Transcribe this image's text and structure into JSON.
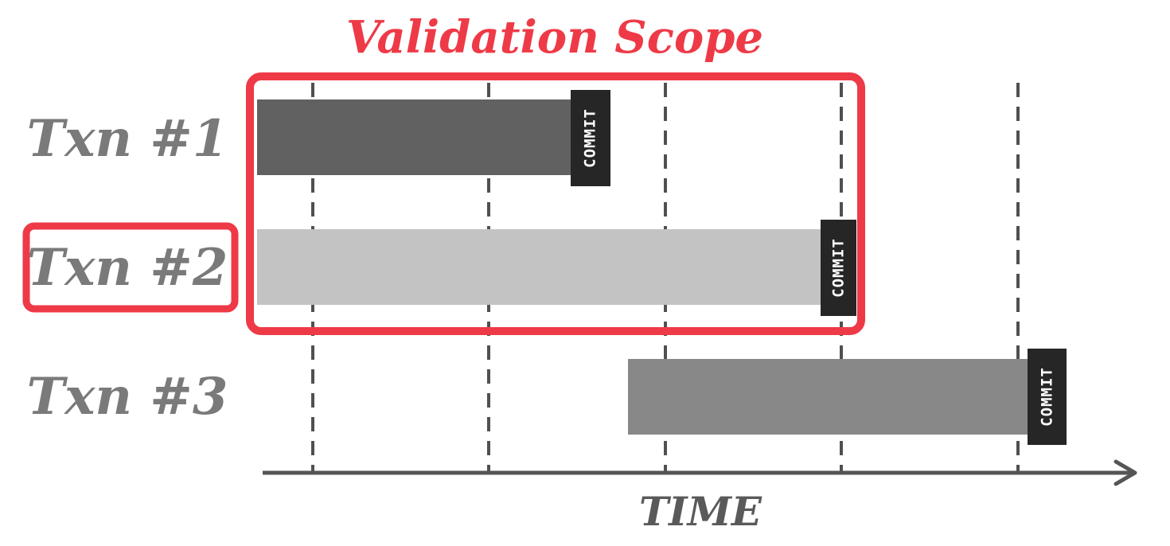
{
  "title": "Validation Scope",
  "axis_label": "TIME",
  "commit_label": "COMMIT",
  "transactions": [
    {
      "label": "Txn #1",
      "color": "#616161"
    },
    {
      "label": "Txn #2",
      "color": "#c3c3c3"
    },
    {
      "label": "Txn #3",
      "color": "#888888"
    }
  ],
  "colors": {
    "highlight": "#ee3a47",
    "gridline": "#505050",
    "axis": "#555555",
    "commit_box": "#262626"
  },
  "highlighted_transaction": "Txn #2"
}
